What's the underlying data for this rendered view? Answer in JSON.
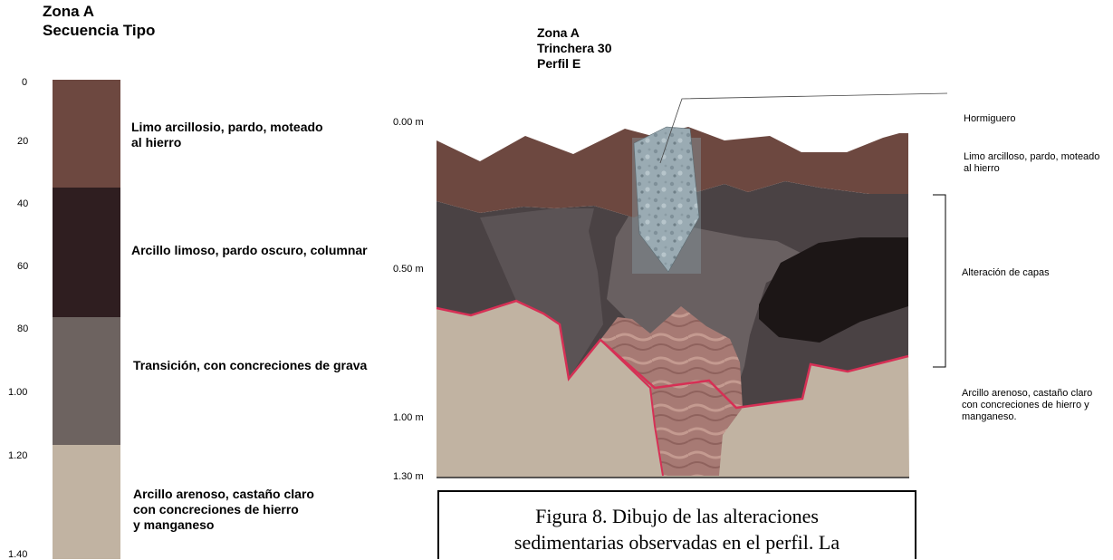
{
  "left_panel": {
    "title_line1": "Zona A",
    "title_line2": "Secuencia Tipo",
    "depth_ticks": [
      "0",
      "20",
      "40",
      "60",
      "80",
      "1.00",
      "1.20",
      "1.40"
    ],
    "layers": [
      {
        "color": "#6d4840",
        "label_lines": [
          "Limo  arcillosio, pardo, moteado",
          "al hierro"
        ]
      },
      {
        "color": "#2f1e20",
        "label_lines": [
          "Arcillo limoso, pardo oscuro, columnar"
        ]
      },
      {
        "color": "#6d6360",
        "label_lines": [
          "Transición, con concreciones de grava"
        ]
      },
      {
        "color": "#c1b3a2",
        "label_lines": [
          "Arcillo arenoso, castaño claro",
          "con concreciones de hierro",
          "y manganeso"
        ]
      }
    ]
  },
  "right_panel": {
    "title_line1": "Zona A",
    "title_line2": "Trinchera 30",
    "title_line3": "Perfil E",
    "depth_labels": [
      "0.00 m",
      "0.50 m",
      "1.00 m",
      "1.30 m"
    ],
    "annotations": {
      "hormiguero": "Hormiguero",
      "limo_line1": "Limo arcilloso, pardo, moteado",
      "limo_line2": "al hierro",
      "alteracion": "Alteración de capas",
      "arcillo_line1": "Arcillo arenoso, castaño claro",
      "arcillo_line2": "con concreciones de hierro y",
      "arcillo_line3": "manganeso."
    },
    "colors": {
      "topsoil": "#6d4840",
      "dark_layer": "#4a4244",
      "mid_grey": "#5e5656",
      "very_dark": "#1c1616",
      "sand": "#c1b3a2",
      "red_boundary": "#d63055",
      "anthill": "#9aabb3",
      "disturbed": "#a77a74"
    }
  },
  "caption": {
    "line1": "Figura 8. Dibujo de las alteraciones",
    "line2": "sedimentarias observadas en el perfil. La"
  }
}
